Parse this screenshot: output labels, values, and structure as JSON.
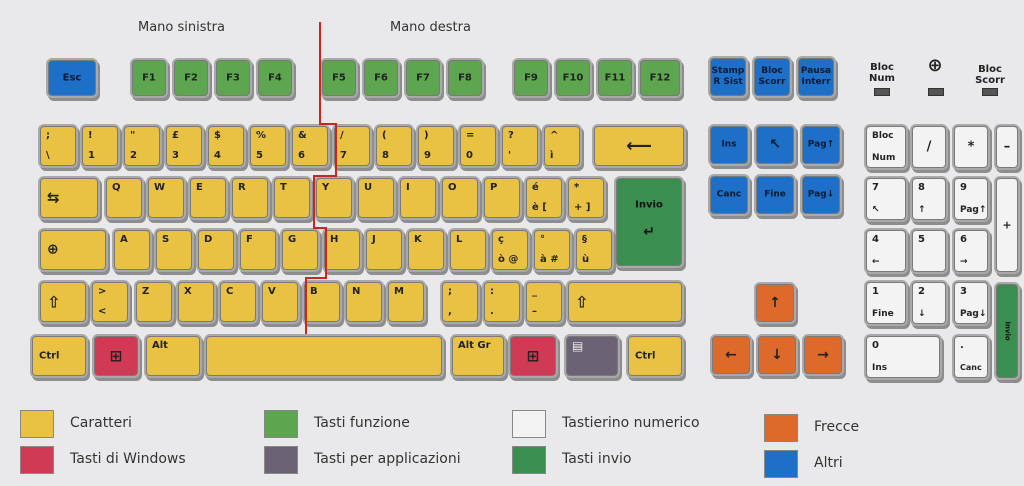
{
  "headers": {
    "left_hand": "Mano sinistra",
    "right_hand": "Mano destra"
  },
  "colors": {
    "characters": "#e9c244",
    "function_keys": "#5da54e",
    "numeric_keypad": "#f3f3f3",
    "arrows": "#dd6a2a",
    "windows_keys": "#d03a55",
    "application_keys": "#6b6275",
    "enter_keys": "#3a8e4f",
    "others": "#1e6fc7"
  },
  "indicators": [
    {
      "label": "Bloc Num",
      "icon": "num-lock-light"
    },
    {
      "label": "",
      "icon": "caps-lock-circle-icon"
    },
    {
      "label": "Bloc Scorr",
      "icon": "scroll-lock-light"
    }
  ],
  "keys": {
    "esc": "Esc",
    "f": [
      "F1",
      "F2",
      "F3",
      "F4",
      "F5",
      "F6",
      "F7",
      "F8",
      "F9",
      "F10",
      "F11",
      "F12"
    ],
    "stamp": [
      "Stamp",
      "R Sist"
    ],
    "bloc_scorr": [
      "Bloc",
      "Scorr"
    ],
    "pausa": [
      "Pausa",
      "Interr"
    ],
    "num_row": [
      {
        "t": ";",
        "b": "\\"
      },
      {
        "t": "!",
        "b": "1"
      },
      {
        "t": "\"",
        "b": "2"
      },
      {
        "t": "£",
        "b": "3"
      },
      {
        "t": "$",
        "b": "4"
      },
      {
        "t": "%",
        "b": "5"
      },
      {
        "t": "&",
        "b": "6"
      },
      {
        "t": "/",
        "b": "7"
      },
      {
        "t": "(",
        "b": "8"
      },
      {
        "t": ")",
        "b": "9"
      },
      {
        "t": "=",
        "b": "0"
      },
      {
        "t": "?",
        "b": "'"
      },
      {
        "t": "^",
        "b": "ì"
      }
    ],
    "qwerty": [
      "Q",
      "W",
      "E",
      "R",
      "T",
      "Y",
      "U",
      "I",
      "O",
      "P"
    ],
    "qwerty_extra": [
      {
        "t": "é",
        "b": "è  ["
      },
      {
        "t": "*",
        "b": "+  ]"
      }
    ],
    "invio": "Invio",
    "asdf": [
      "A",
      "S",
      "D",
      "F",
      "G",
      "H",
      "J",
      "K",
      "L"
    ],
    "asdf_extra": [
      {
        "t": "ç",
        "b": "ò  @"
      },
      {
        "t": "°",
        "b": "à  #"
      },
      {
        "t": "§",
        "b": "ù"
      }
    ],
    "zx_first": {
      "t": ">",
      "b": "<"
    },
    "zxcv": [
      "Z",
      "X",
      "C",
      "V",
      "B",
      "N",
      "M"
    ],
    "zx_extra": [
      {
        "t": ";",
        "b": ","
      },
      {
        "t": ":",
        "b": "."
      },
      {
        "t": "_",
        "b": "–"
      }
    ],
    "ctrl": "Ctrl",
    "alt": "Alt",
    "alt_gr": "Alt Gr",
    "ins": "Ins",
    "home_arrow": "↖",
    "pag_up": "Pag↑",
    "canc": "Canc",
    "fine": "Fine",
    "pag_down": "Pag↓",
    "num_top": [
      {
        "t": "Bloc",
        "b": "Num"
      },
      {
        "c": "/"
      },
      {
        "c": "*"
      },
      {
        "c": "–"
      }
    ],
    "num_row1": [
      {
        "t": "7",
        "b": "↖"
      },
      {
        "t": "8",
        "b": "↑"
      },
      {
        "t": "9",
        "b": "Pag↑"
      }
    ],
    "num_row2": [
      {
        "t": "4",
        "b": "←"
      },
      {
        "t": "5",
        "b": ""
      },
      {
        "t": "6",
        "b": "→"
      }
    ],
    "num_row3": [
      {
        "t": "1",
        "b": "Fine"
      },
      {
        "t": "2",
        "b": "↓"
      },
      {
        "t": "3",
        "b": "Pag↓"
      }
    ],
    "num_plus": "+",
    "num_zero": {
      "t": "0",
      "b": "Ins"
    },
    "num_dot": {
      "t": ".",
      "b": "Canc"
    },
    "num_invio": "Invio"
  },
  "legend": [
    {
      "label": "Caratteri",
      "color": "#e9c244"
    },
    {
      "label": "Tasti di Windows",
      "color": "#d03a55"
    },
    {
      "label": "Tasti funzione",
      "color": "#5da54e"
    },
    {
      "label": "Tasti per applicazioni",
      "color": "#6b6275"
    },
    {
      "label": "Tastierino numerico",
      "color": "#f3f3f3"
    },
    {
      "label": "Tasti invio",
      "color": "#3a8e4f"
    },
    {
      "label": "Frecce",
      "color": "#dd6a2a"
    },
    {
      "label": "Altri",
      "color": "#1e6fc7"
    }
  ]
}
